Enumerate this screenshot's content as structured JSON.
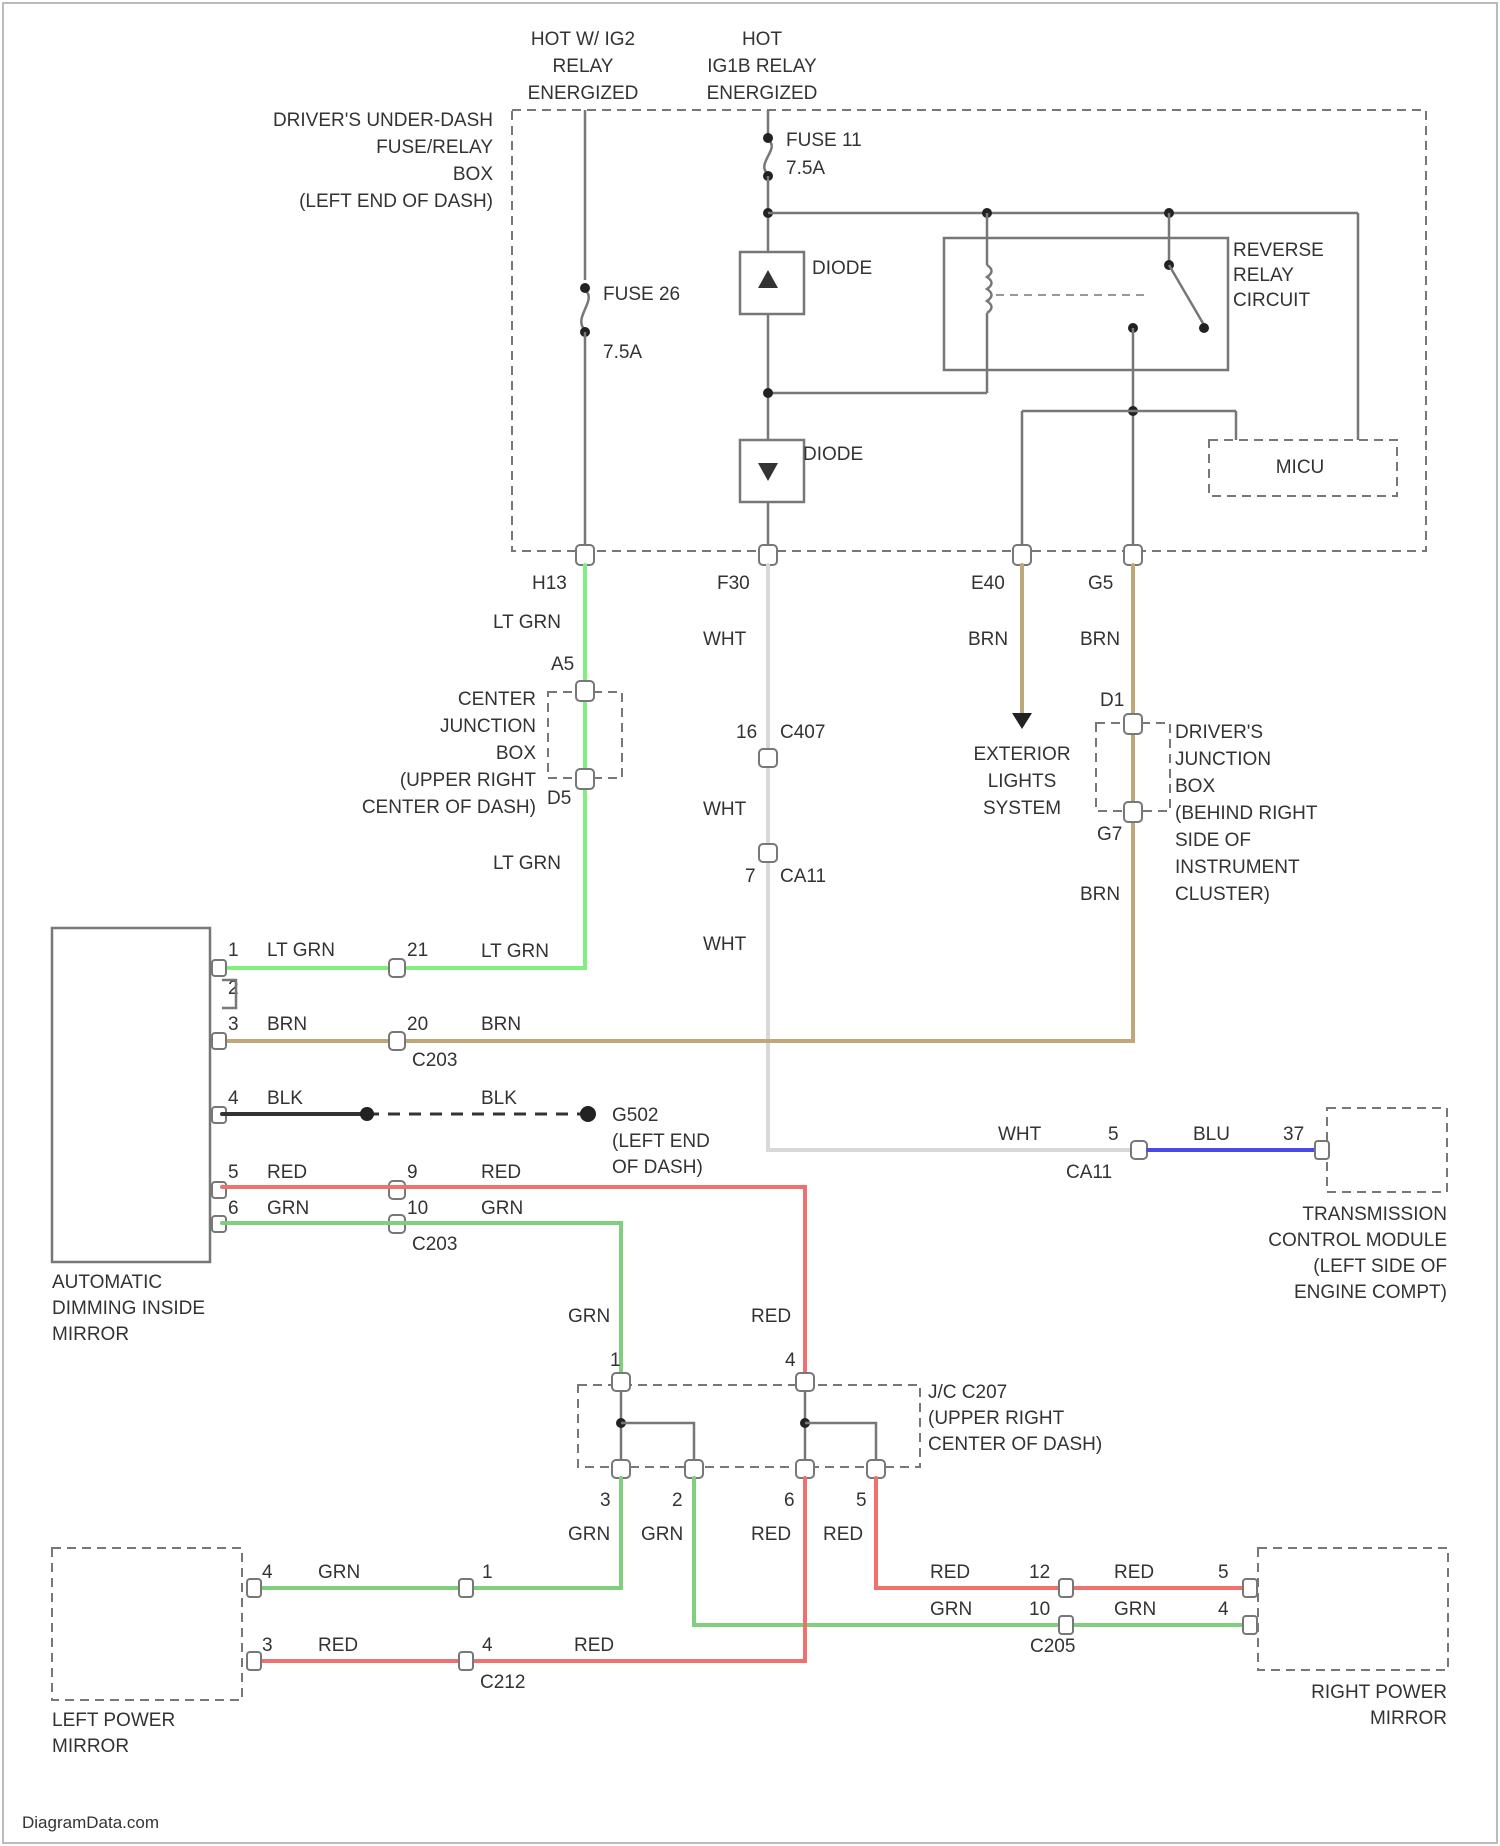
{
  "colors": {
    "lt_grn": "#7ff07f",
    "brn": "#bfa878",
    "red": "#f07070",
    "grn": "#7fcf7f",
    "blu": "#4a4ae8",
    "wht": "#d8d8d8",
    "blk": "#333333",
    "outline": "#777777"
  },
  "power": {
    "hot_left": [
      "HOT W/ IG2",
      "RELAY",
      "ENERGIZED"
    ],
    "hot_right": [
      "HOT",
      "IG1B RELAY",
      "ENERGIZED"
    ]
  },
  "fuse_box": {
    "label": [
      "DRIVER'S UNDER-DASH",
      "FUSE/RELAY",
      "BOX",
      "(LEFT END OF DASH)"
    ],
    "fuse_26": "FUSE 26",
    "fuse_26_rating": "7.5A",
    "fuse_11": "FUSE 11",
    "fuse_11_rating": "7.5A",
    "diode_upper": "DIODE",
    "diode_lower": "DIODE",
    "relay": [
      "REVERSE",
      "RELAY",
      "CIRCUIT"
    ],
    "micu": "MICU",
    "pins": [
      "H13",
      "F30",
      "E40",
      "G5"
    ]
  },
  "wires": {
    "lt_grn": "LT GRN",
    "wht": "WHT",
    "brn": "BRN",
    "blk": "BLK",
    "red": "RED",
    "grn": "GRN",
    "blu": "BLU"
  },
  "center_junction": {
    "label": [
      "CENTER",
      "JUNCTION",
      "BOX",
      "(UPPER RIGHT",
      "CENTER OF DASH)"
    ],
    "pin_top": "A5",
    "pin_bottom": "D5"
  },
  "drivers_junction": {
    "label": [
      "DRIVER'S",
      "JUNCTION",
      "BOX",
      "(BEHIND RIGHT",
      "SIDE OF",
      "INSTRUMENT",
      "CLUSTER)"
    ],
    "pin_top": "D1",
    "pin_bottom": "G7"
  },
  "exterior_lights": [
    "EXTERIOR",
    "LIGHTS",
    "SYSTEM"
  ],
  "connectors": {
    "c407_pin": "16",
    "c407": "C407",
    "ca11_pin": "7",
    "ca11": "CA11",
    "ca11_pin_lower": "5",
    "ca11_lower": "CA11",
    "c203": "C203",
    "c203_pins": [
      "21",
      "20",
      "9",
      "10"
    ],
    "g502": "G502",
    "g502_location": [
      "(LEFT END",
      "OF DASH)"
    ],
    "c205": "C205",
    "c205_pins": [
      "12",
      "10"
    ],
    "c212": "C212",
    "c212_pins": [
      "1",
      "4"
    ]
  },
  "mirror": {
    "label": [
      "AUTOMATIC",
      "DIMMING INSIDE",
      "MIRROR"
    ],
    "pins": [
      "1",
      "2",
      "3",
      "4",
      "5",
      "6"
    ]
  },
  "tcm": {
    "pin": "37",
    "label": [
      "TRANSMISSION",
      "CONTROL MODULE",
      "(LEFT SIDE OF",
      "ENGINE COMPT)"
    ]
  },
  "jc_c207": {
    "label": [
      "J/C C207",
      "(UPPER RIGHT",
      "CENTER OF DASH)"
    ],
    "top_pins": [
      "1",
      "4"
    ],
    "bottom_pins": [
      "3",
      "2",
      "6",
      "5"
    ]
  },
  "left_mirror": {
    "label": [
      "LEFT POWER",
      "MIRROR"
    ],
    "pins": [
      "4",
      "3"
    ]
  },
  "right_mirror": {
    "label": [
      "RIGHT POWER",
      "MIRROR"
    ],
    "pins": [
      "5",
      "4"
    ]
  },
  "footer": "DiagramData.com"
}
